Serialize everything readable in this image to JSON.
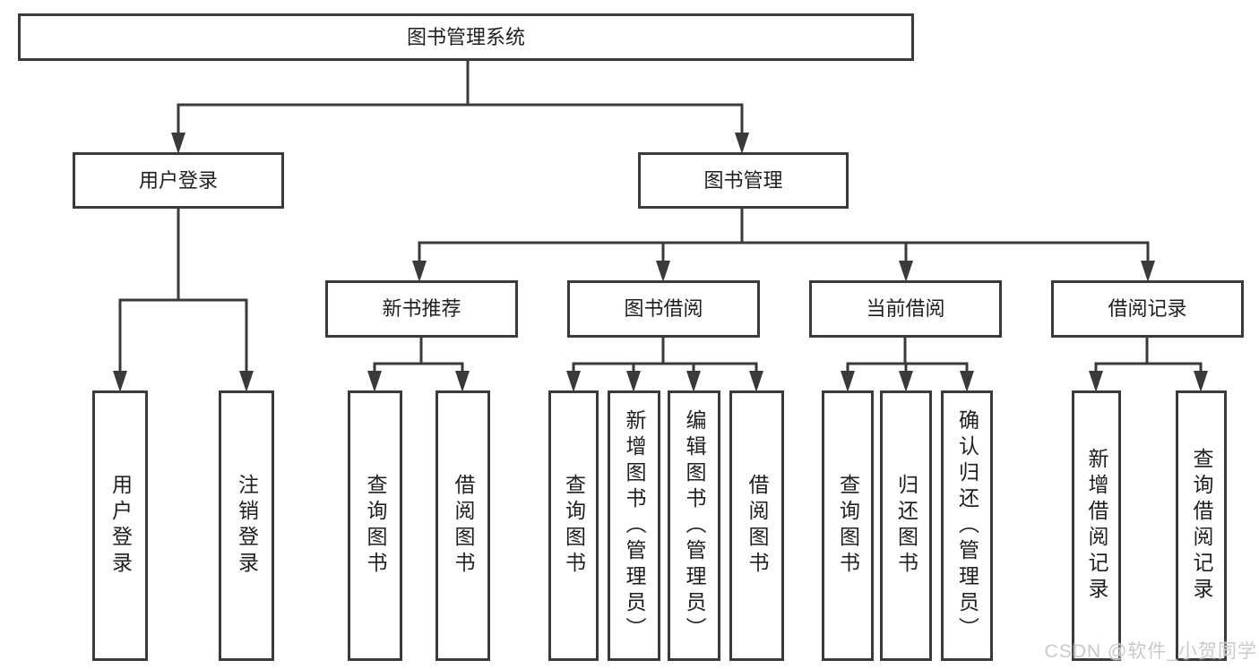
{
  "tree": {
    "label": "图书管理系统",
    "children": [
      {
        "label": "用户登录",
        "children": [
          {
            "label": "用户登录"
          },
          {
            "label": "注销登录"
          }
        ]
      },
      {
        "label": "图书管理",
        "children": [
          {
            "label": "新书推荐",
            "children": [
              {
                "label": "查询图书"
              },
              {
                "label": "借阅图书"
              }
            ]
          },
          {
            "label": "图书借阅",
            "children": [
              {
                "label": "查询图书"
              },
              {
                "label": "新增图书（管理员）"
              },
              {
                "label": "编辑图书（管理员）"
              },
              {
                "label": "借阅图书"
              }
            ]
          },
          {
            "label": "当前借阅",
            "children": [
              {
                "label": "查询图书"
              },
              {
                "label": "归还图书"
              },
              {
                "label": "确认归还（管理员）"
              }
            ]
          },
          {
            "label": "借阅记录",
            "children": [
              {
                "label": "新增借阅记录"
              },
              {
                "label": "查询借阅记录"
              }
            ]
          }
        ]
      }
    ]
  },
  "watermark": {
    "text": "CSDN @软件_小贺同学"
  },
  "colors": {
    "line": "#3a3a3a",
    "box_border": "#3a3a3a",
    "text": "#1f1f1f",
    "watermark_text": "#c9c9c9",
    "background": "#ffffff"
  }
}
